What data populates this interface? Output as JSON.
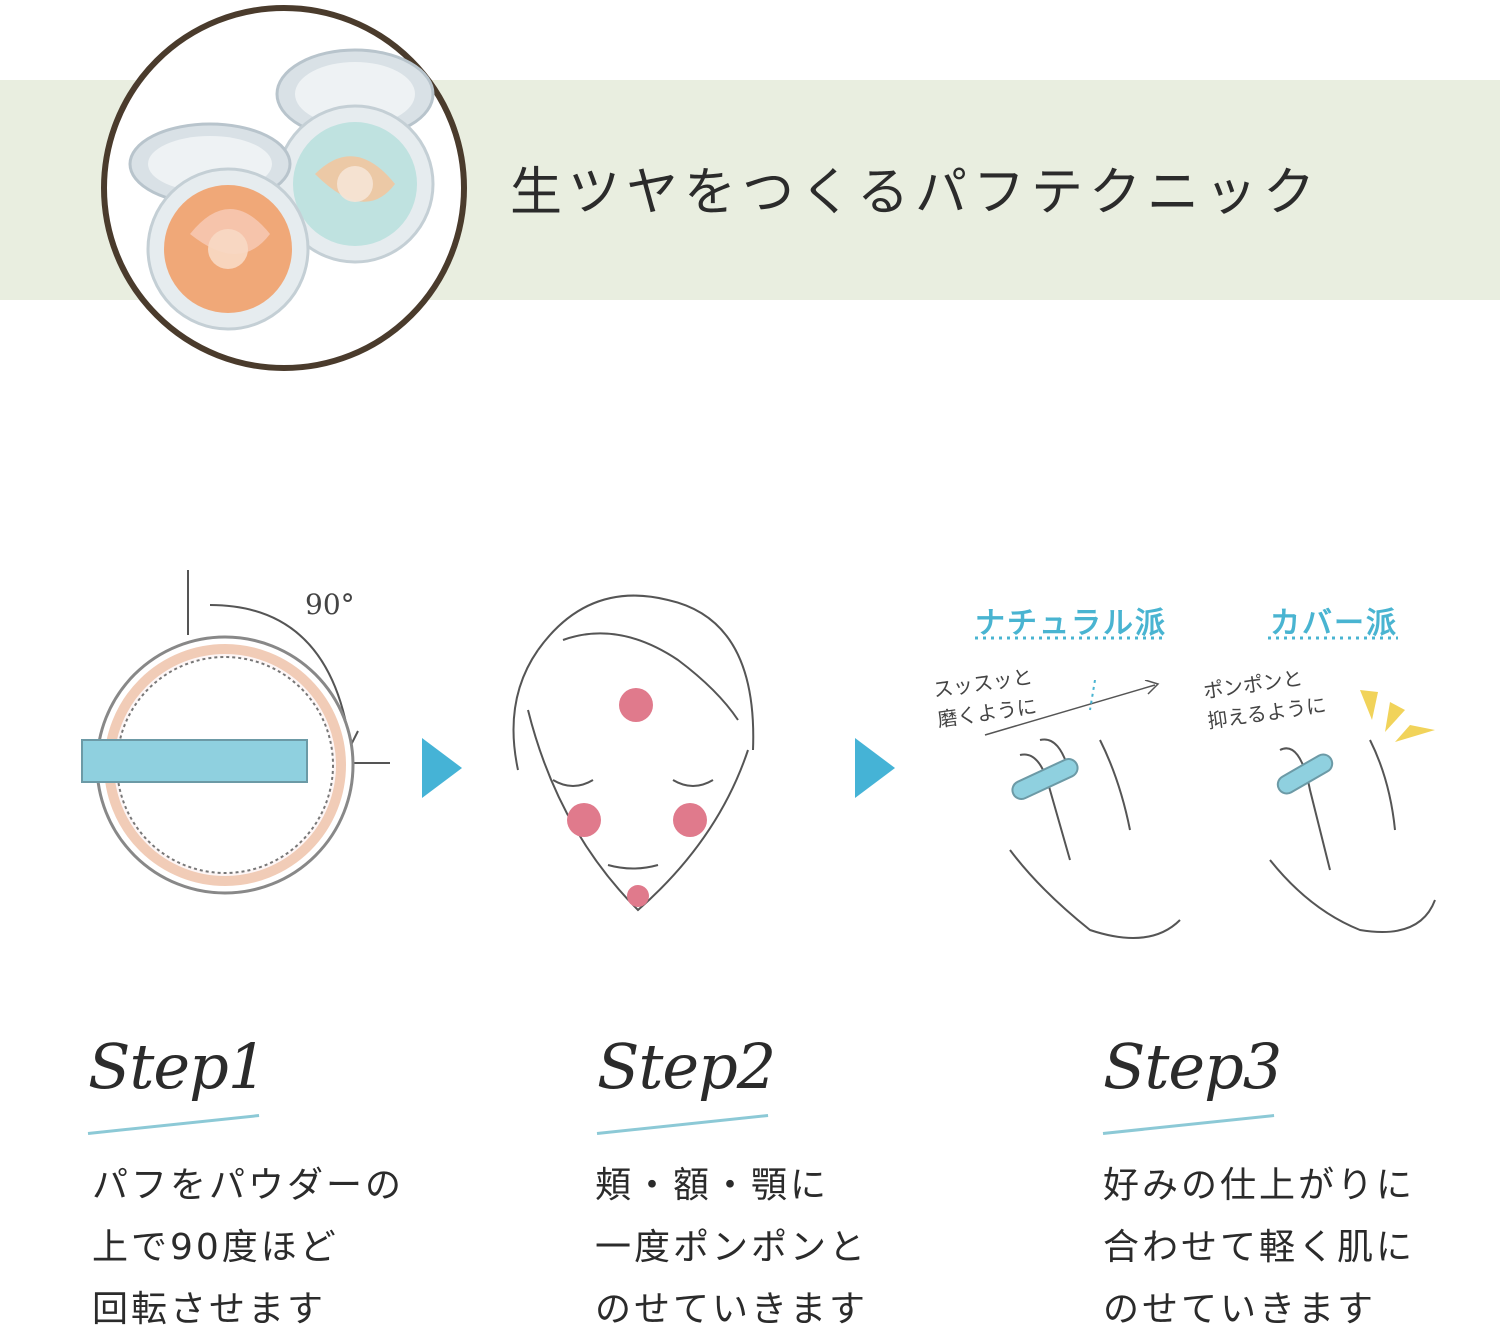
{
  "header": {
    "title": "生ツヤをつくるパフテクニック"
  },
  "colors": {
    "banner_bg": "#e9eee0",
    "accent_blue": "#45b3d6",
    "blush_pink": "#e07a8c",
    "circle_border": "#4a3b2c"
  },
  "illustration1": {
    "angle_label": "90°"
  },
  "illustration3": {
    "natural_label": "ナチュラル派",
    "natural_note_1": "スッスッと",
    "natural_note_2": "磨くように",
    "cover_label": "カバー派",
    "cover_note_1": "ポンポンと",
    "cover_note_2": "抑えるように"
  },
  "steps": [
    {
      "label": "Step1",
      "lines": [
        "パフをパウダーの",
        "上で90度ほど",
        "回転させます"
      ]
    },
    {
      "label": "Step2",
      "lines": [
        "頬・額・顎に",
        "一度ポンポンと",
        "のせていきます"
      ]
    },
    {
      "label": "Step3",
      "lines": [
        "好みの仕上がりに",
        "合わせて軽く肌に",
        "のせていきます"
      ]
    }
  ]
}
